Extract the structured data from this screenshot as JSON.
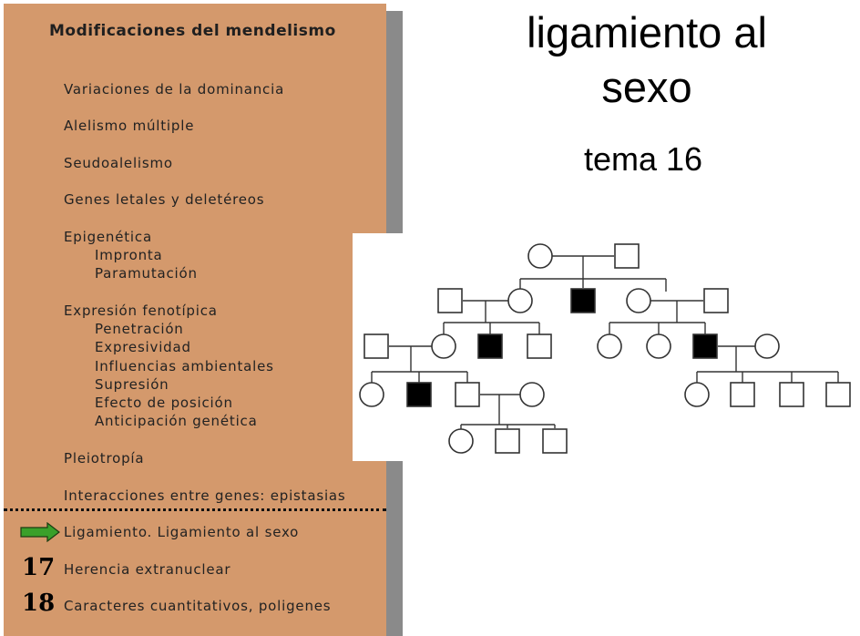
{
  "panel": {
    "title": "Modificaciones del mendelismo",
    "items": [
      "Variaciones de la dominancia",
      "Alelismo múltiple",
      "Seudoalelismo",
      "Genes letales y deletéreos",
      "Epigenética",
      "Impronta",
      "Paramutación",
      "Expresión fenotípica",
      "Penetración",
      "Expresividad",
      "Influencias ambientales",
      "Supresión",
      "Efecto de posición",
      "Anticipación genética",
      "Pleiotropía",
      "Interacciones entre genes: epistasias",
      "Ligamiento. Ligamiento al sexo",
      "Herencia extranuclear",
      "Caracteres cuantitativos, poligenes"
    ],
    "numbers": [
      "17",
      "18"
    ],
    "arrow_color": "#3aa02a",
    "background_color": "#d4996c"
  },
  "heading": {
    "line1": "ligamiento al",
    "line2": "sexo",
    "subtitle": "tema 16"
  },
  "pedigree": {
    "affected_color": "#000000",
    "unaffected_color": "#ffffff"
  }
}
